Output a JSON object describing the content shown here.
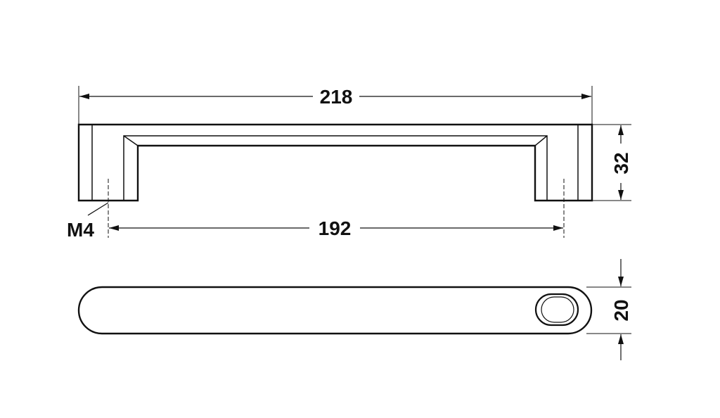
{
  "colors": {
    "line": "#111111",
    "background": "#ffffff"
  },
  "dimensions": {
    "overall_length": "218",
    "hole_spacing": "192",
    "height": "32",
    "width": "20",
    "thread": "M4"
  }
}
